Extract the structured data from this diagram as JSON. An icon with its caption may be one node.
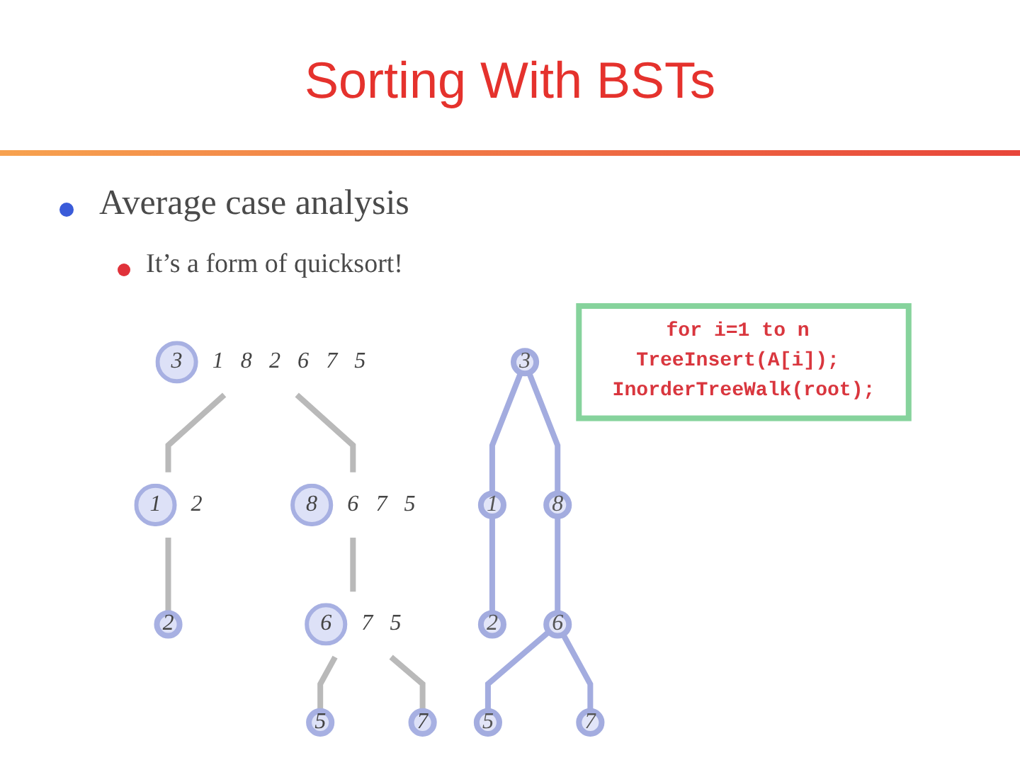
{
  "diagram": {
    "title": "Sorting With BSTs",
    "nodes": [
      {
        "text": [
          "for i=1 to n TreeInsert(A[i]); InorderTreeWalk(root);"
        ]
      },
      {
        "text": [
          "3"
        ],
        "beside": [
          "1 8 2 6 7 5"
        ]
      },
      {
        "text": [
          "1"
        ],
        "beside": [
          "2"
        ]
      },
      {
        "text": [
          "8"
        ],
        "beside": [
          "6 7 5"
        ]
      },
      {
        "text": [
          "2"
        ]
      },
      {
        "text": [
          "6"
        ],
        "beside": [
          "7 5"
        ]
      },
      {
        "text": [
          "5"
        ]
      },
      {
        "text": [
          "7"
        ]
      },
      {
        "text": [
          "3"
        ]
      },
      {
        "text": [
          "1"
        ]
      },
      {
        "text": [
          "8"
        ]
      },
      {
        "text": [
          "2"
        ]
      },
      {
        "text": [
          "6"
        ]
      },
      {
        "text": [
          "5"
        ]
      },
      {
        "text": [
          "7"
        ]
      }
    ],
    "edges": [
      {
        "from": 1,
        "to": 2,
        "arrow": "none"
      },
      {
        "from": 1,
        "to": 3,
        "arrow": "none"
      },
      {
        "from": 2,
        "to": 4,
        "arrow": "none"
      },
      {
        "from": 3,
        "to": 5,
        "arrow": "none"
      },
      {
        "from": 5,
        "to": 6,
        "arrow": "none"
      },
      {
        "from": 5,
        "to": 7,
        "arrow": "none"
      },
      {
        "from": 8,
        "to": 9,
        "arrow": "none",
        "color": "#a3acdf"
      },
      {
        "from": 8,
        "to": 10,
        "arrow": "none",
        "color": "#a3acdf"
      },
      {
        "from": 9,
        "to": 11,
        "arrow": "none",
        "color": "#a3acdf"
      },
      {
        "from": 10,
        "to": 12,
        "arrow": "none",
        "color": "#a3acdf"
      },
      {
        "from": 12,
        "to": 13,
        "arrow": "none",
        "color": "#a3acdf"
      },
      {
        "from": 12,
        "to": 14,
        "arrow": "none",
        "color": "#a3acdf"
      }
    ],
    "labels": [
      "Average case analysis",
      "It’s a form of quicksort!"
    ]
  }
}
